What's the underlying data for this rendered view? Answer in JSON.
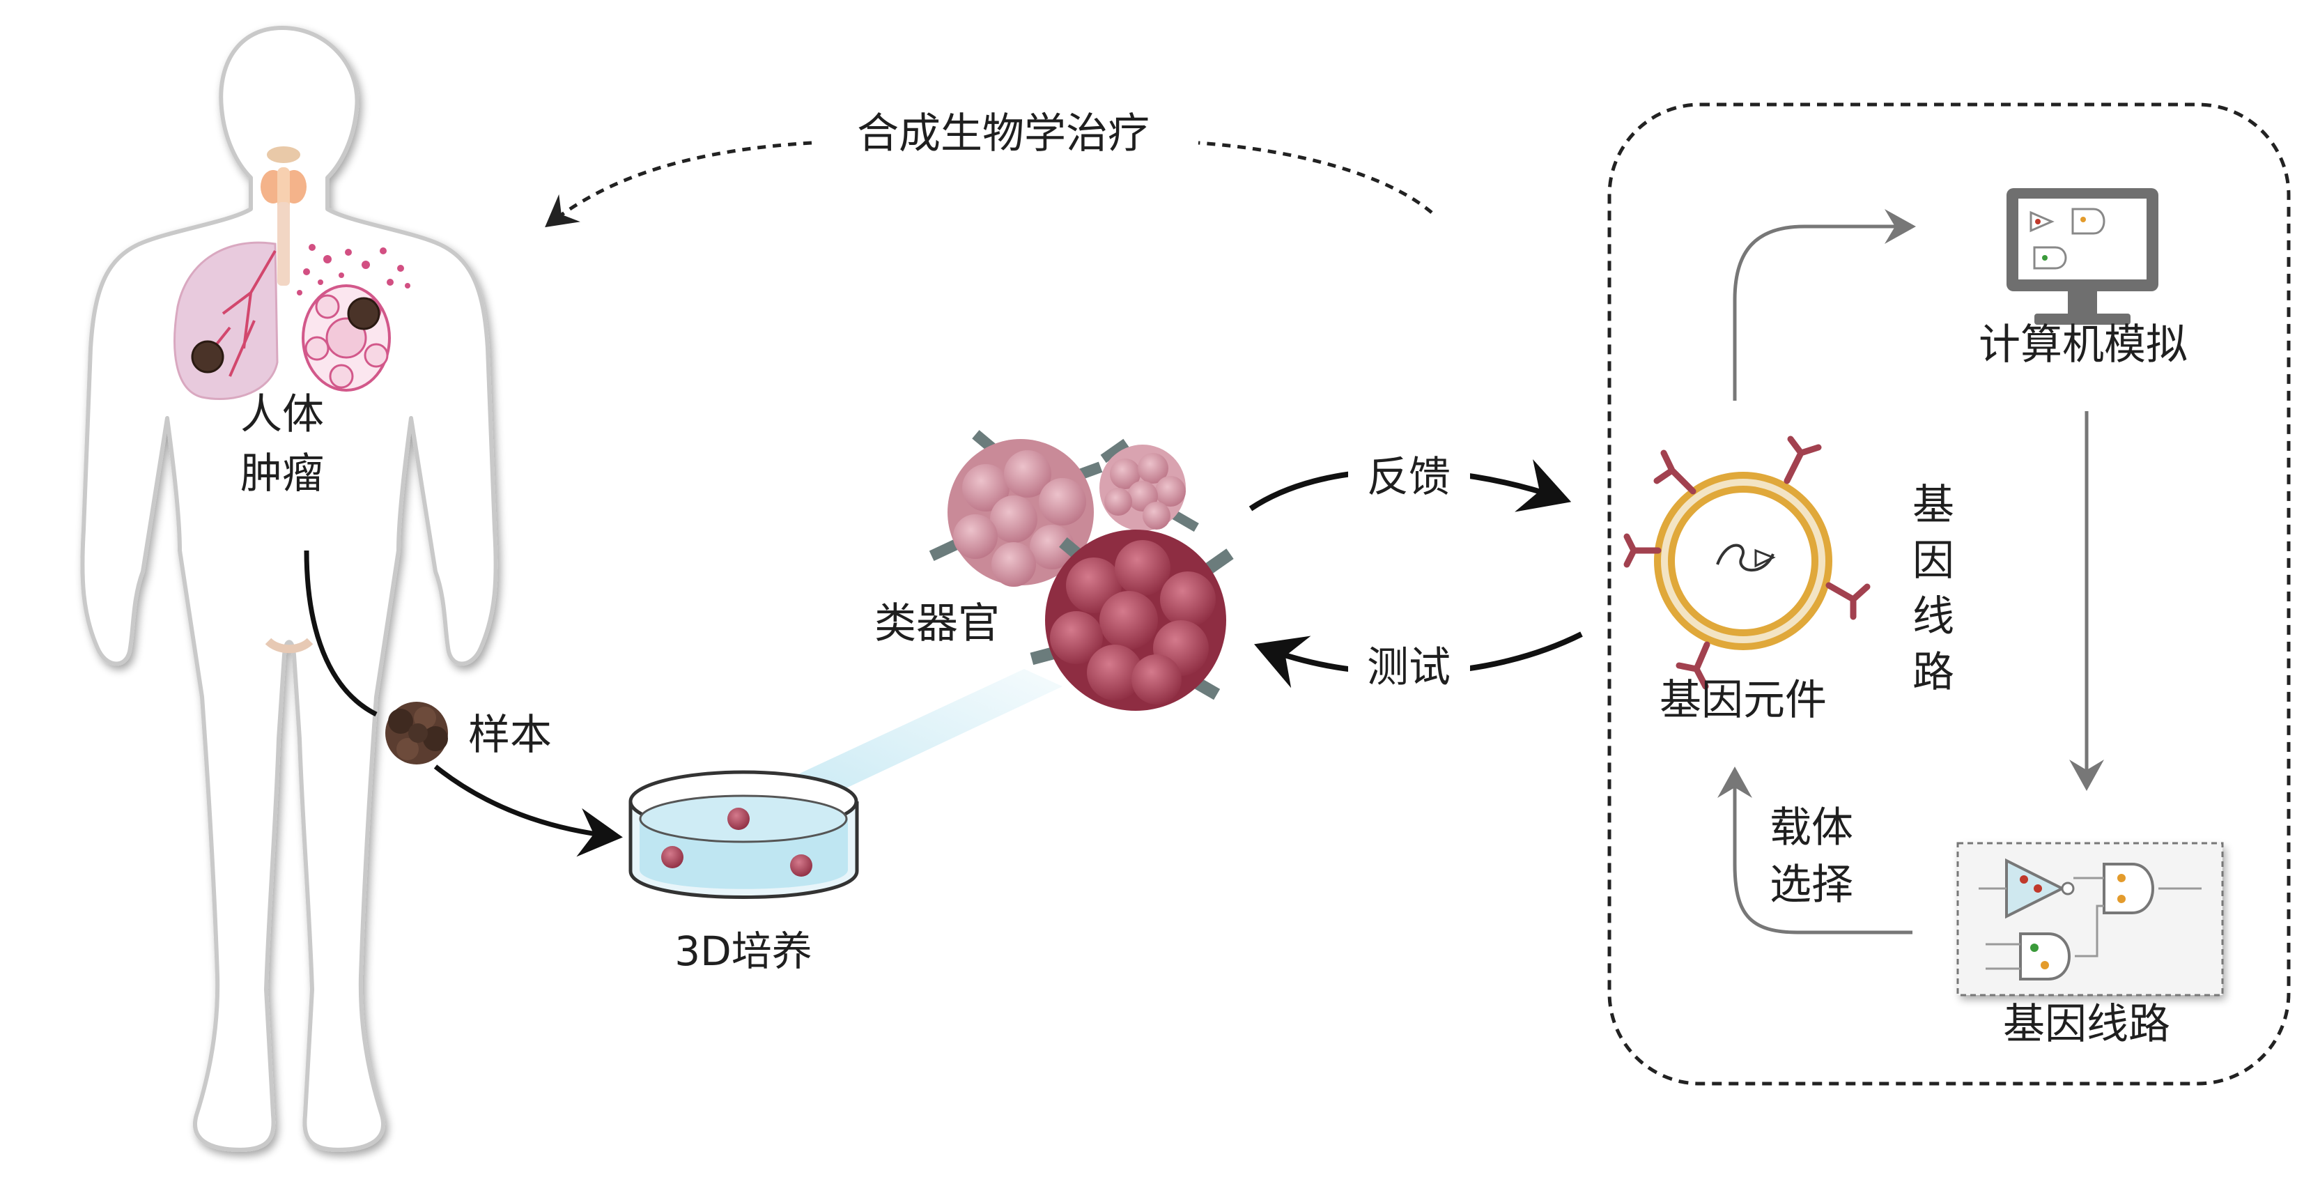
{
  "labels": {
    "synbio_therapy": "合成生物学治疗",
    "human_tumor_line1": "人体",
    "human_tumor_line2": "肿瘤",
    "sample": "样本",
    "culture_3d": "3D培养",
    "organoid": "类器官",
    "feedback": "反馈",
    "test": "测试",
    "computer_simulation": "计算机模拟",
    "gene_element": "基因元件",
    "gene_circuit_vertical": [
      "基",
      "因",
      "线",
      "路"
    ],
    "vector_selection_line1": "载体",
    "vector_selection_line2": "选择",
    "gene_circuit": "基因线路"
  },
  "colors": {
    "organoid_light": "#c98a98",
    "organoid_dark": "#9e3a4e",
    "tumor_brown": "#4a3328",
    "dish_liquid": "#bfe6f2",
    "arrow_grey": "#777777",
    "monitor_grey": "#6f6f6f",
    "liposome_gold": "#e0a83a",
    "antibody_red": "#a2414f"
  }
}
